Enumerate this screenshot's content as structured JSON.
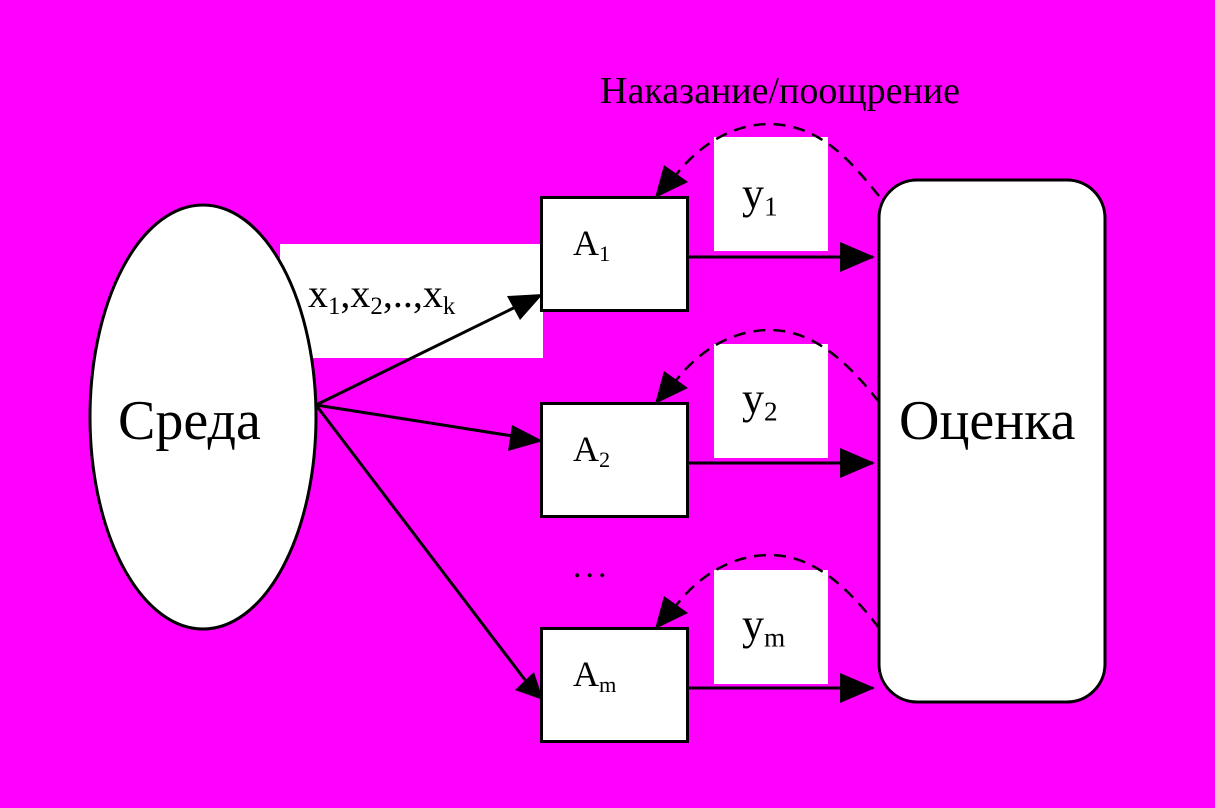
{
  "colors": {
    "background": "#ff00ff",
    "box_fill": "#ffffff",
    "stroke": "#000000"
  },
  "title": "Наказание/поощрение",
  "environment": {
    "label": "Среда"
  },
  "evaluator": {
    "label": "Оценка"
  },
  "inputs": {
    "x": "x",
    "sub1": "1",
    "sub2": "2",
    "dots": "..",
    "subk": "k"
  },
  "ellipsis": "...",
  "agents": [
    {
      "letter": "A",
      "sub": "1"
    },
    {
      "letter": "A",
      "sub": "2"
    },
    {
      "letter": "A",
      "sub": "m"
    }
  ],
  "outputs": [
    {
      "letter": "y",
      "sub": "1"
    },
    {
      "letter": "y",
      "sub": "2"
    },
    {
      "letter": "y",
      "sub": "m"
    }
  ]
}
